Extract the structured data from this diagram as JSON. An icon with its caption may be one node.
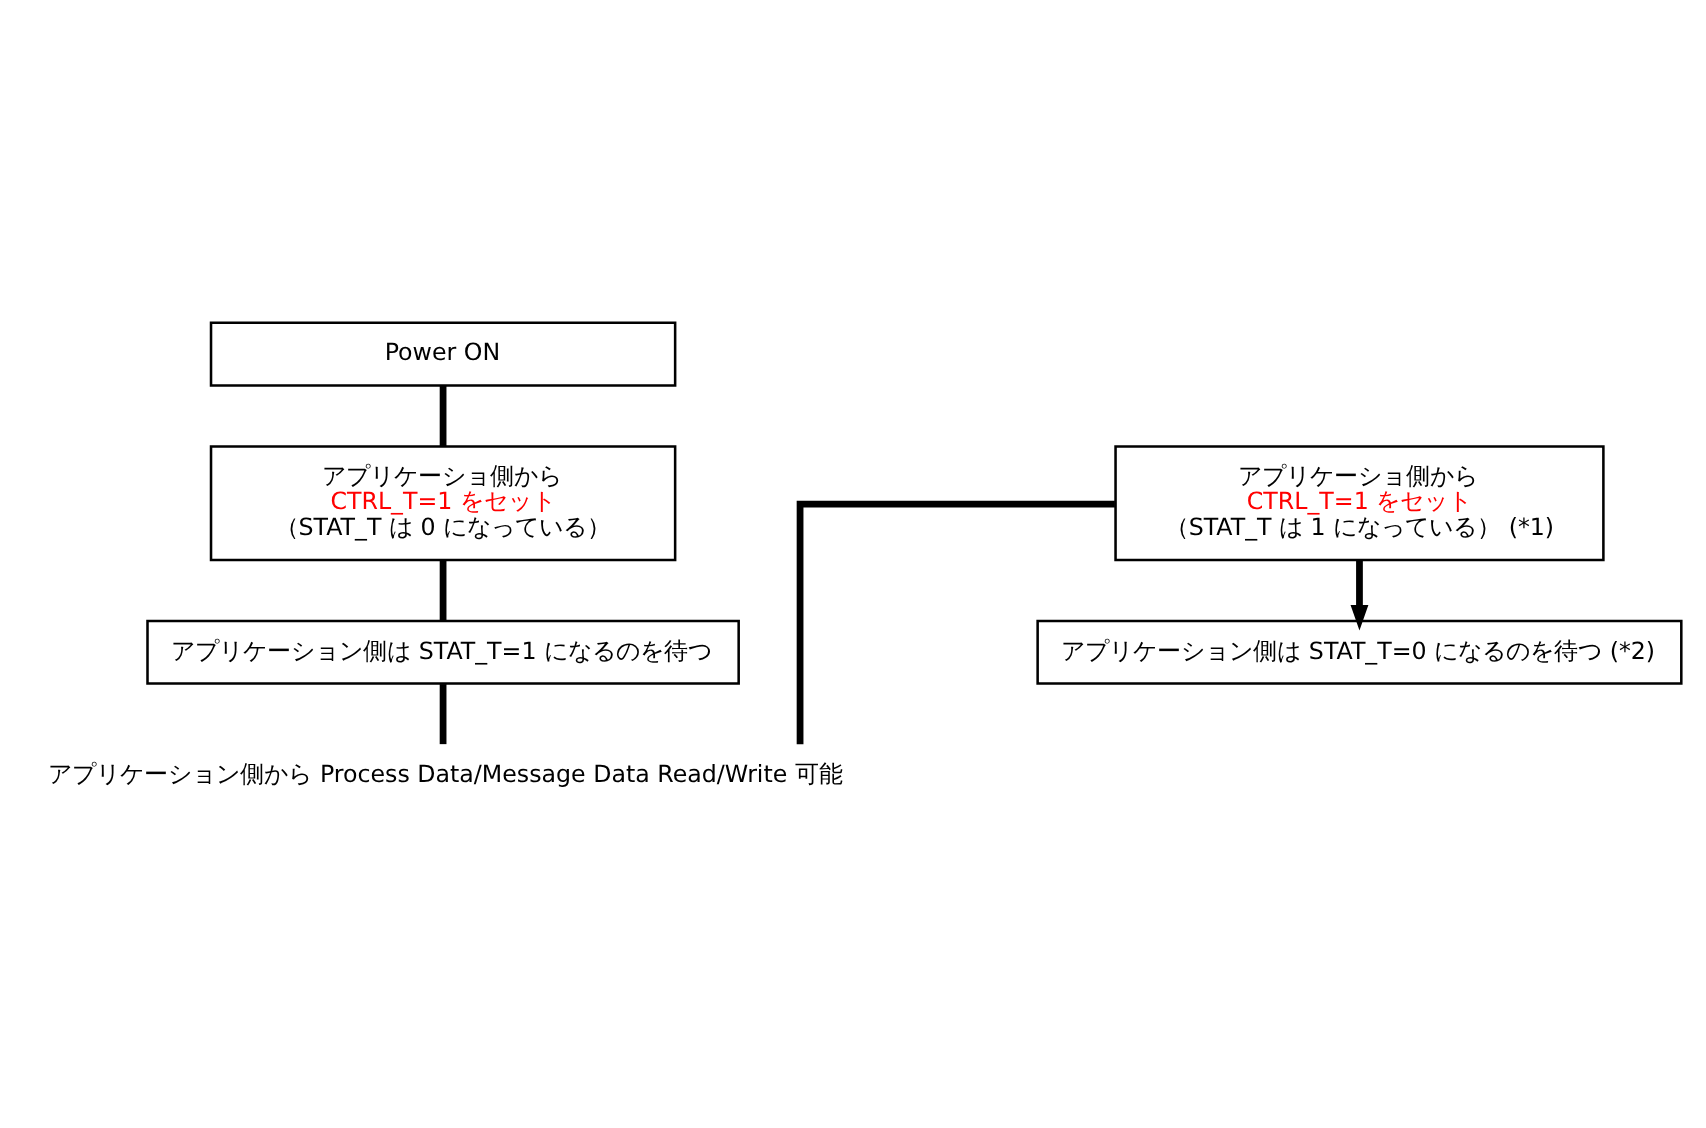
{
  "diagram": {
    "nodes": [
      {
        "text": [
          "Power ON"
        ]
      },
      {
        "text": [
          "アプリケーショ側から",
          "CTRL_T=1 をセット",
          "（STAT_T は 0 になっている）"
        ]
      },
      {
        "text": [
          "アプリケーション側は STAT_T=1 になるのを待つ"
        ]
      },
      {
        "text": [
          "アプリケーション側から Process Data/Message Data Read/Write 可能"
        ]
      },
      {
        "text": [
          "アプリケーショ側から",
          "CTRL_T=1 をセット",
          "（STAT_T は 1 になっている） (*1)"
        ]
      },
      {
        "text": [
          "アプリケーション側は STAT_T=0 になるのを待つ (*2)"
        ]
      }
    ],
    "edges": [
      {
        "from": 0,
        "to": 1,
        "arrow": "none"
      },
      {
        "from": 1,
        "to": 2,
        "arrow": "none"
      },
      {
        "from": 2,
        "to": 3,
        "arrow": "none"
      },
      {
        "from": 3,
        "to": 4,
        "arrow": "none"
      },
      {
        "from": 4,
        "to": 5,
        "arrow": "to"
      }
    ]
  }
}
